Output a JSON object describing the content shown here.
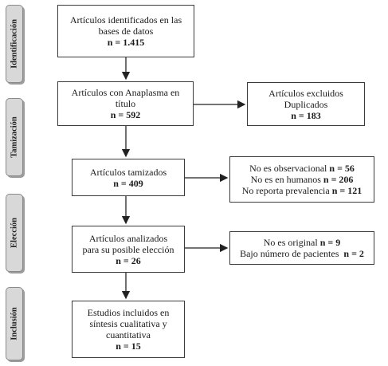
{
  "phases": [
    {
      "id": "identificacion",
      "label": "Identificación"
    },
    {
      "id": "tamizacion",
      "label": "Tamización"
    },
    {
      "id": "eleccion",
      "label": "Elección"
    },
    {
      "id": "inclusion",
      "label": "Inclusión"
    }
  ],
  "boxes": {
    "identified": {
      "lines": [
        "Artículos identificados en las",
        "bases de datos"
      ],
      "count": "n = 1.415"
    },
    "title": {
      "lines": [
        "Artículos con Anaplasma en",
        "título"
      ],
      "count": "n = 592"
    },
    "excluded_dup": {
      "lines": [
        "Artículos excluidos",
        "Duplicados"
      ],
      "count": "n = 183"
    },
    "screened": {
      "lines": [
        "Artículos tamizados"
      ],
      "count": "n = 409"
    },
    "screen_excl": {
      "rows": [
        {
          "text": "No es observacional",
          "count": "n = 56"
        },
        {
          "text": "No es en humanos",
          "count": "n = 206"
        },
        {
          "text": "No reporta prevalencia",
          "count": "n = 121"
        }
      ]
    },
    "analyzed": {
      "lines": [
        "Artículos analizados",
        "para su posible elección"
      ],
      "count": "n = 26"
    },
    "analyzed_excl": {
      "rows": [
        {
          "text": "No es original",
          "count": "n = 9"
        },
        {
          "text": "Bajo número de pacientes",
          "count": "n = 2"
        }
      ]
    },
    "included": {
      "lines": [
        "Estudios incluidos en",
        "síntesis cualitativa y",
        "cuantitativa"
      ],
      "count": "n = 15"
    }
  }
}
